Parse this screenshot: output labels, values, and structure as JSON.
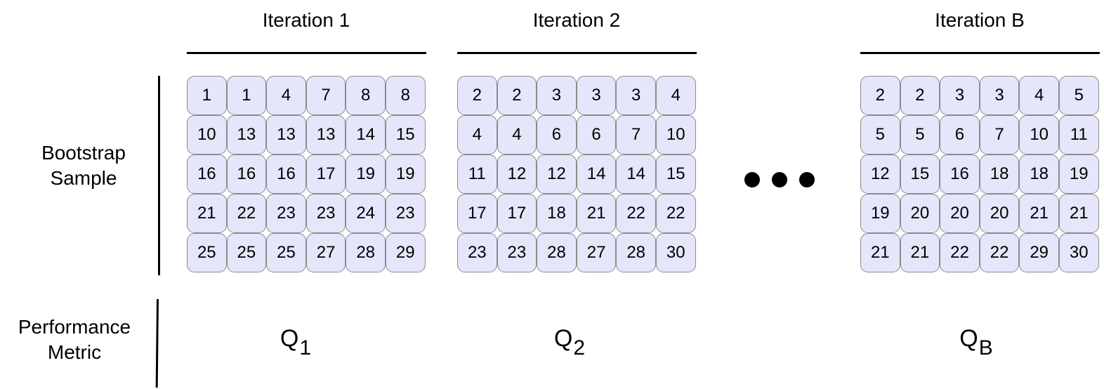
{
  "row_labels": {
    "bootstrap": [
      "Bootstrap",
      "Sample"
    ],
    "performance": [
      "Performance",
      "Metric"
    ]
  },
  "iterations": [
    {
      "title": "Iteration 1",
      "metric_symbol": "Q",
      "metric_subscript": "1",
      "cells": [
        [
          "1",
          "1",
          "4",
          "7",
          "8",
          "8"
        ],
        [
          "10",
          "13",
          "13",
          "13",
          "14",
          "15"
        ],
        [
          "16",
          "16",
          "16",
          "17",
          "19",
          "19"
        ],
        [
          "21",
          "22",
          "23",
          "23",
          "24",
          "23"
        ],
        [
          "25",
          "25",
          "25",
          "27",
          "28",
          "29"
        ]
      ]
    },
    {
      "title": "Iteration 2",
      "metric_symbol": "Q",
      "metric_subscript": "2",
      "cells": [
        [
          "2",
          "2",
          "3",
          "3",
          "3",
          "4"
        ],
        [
          "4",
          "4",
          "6",
          "6",
          "7",
          "10"
        ],
        [
          "11",
          "12",
          "12",
          "14",
          "14",
          "15"
        ],
        [
          "17",
          "17",
          "18",
          "21",
          "22",
          "22"
        ],
        [
          "23",
          "23",
          "28",
          "27",
          "28",
          "30"
        ]
      ]
    },
    {
      "title": "Iteration B",
      "metric_symbol": "Q",
      "metric_subscript": "B",
      "cells": [
        [
          "2",
          "2",
          "3",
          "3",
          "4",
          "5"
        ],
        [
          "5",
          "5",
          "6",
          "7",
          "10",
          "11"
        ],
        [
          "12",
          "15",
          "16",
          "18",
          "18",
          "19"
        ],
        [
          "19",
          "20",
          "20",
          "20",
          "21",
          "21"
        ],
        [
          "21",
          "21",
          "22",
          "22",
          "29",
          "30"
        ]
      ]
    }
  ],
  "colors": {
    "cell_fill": "#e6e6fa",
    "cell_border": "#8a8a8a",
    "lines": "#000000"
  }
}
